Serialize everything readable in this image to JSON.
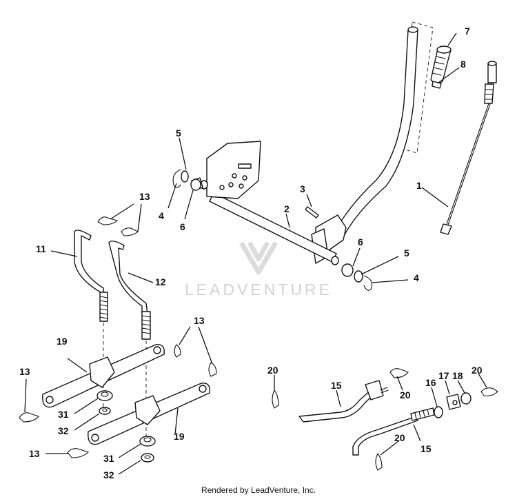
{
  "diagram": {
    "callouts": {
      "c1": "1",
      "c2": "2",
      "c3": "3",
      "c4a": "4",
      "c4b": "4",
      "c5a": "5",
      "c5b": "5",
      "c6a": "6",
      "c6b": "6",
      "c7": "7",
      "c8": "8",
      "c11": "11",
      "c12": "12",
      "c13a": "13",
      "c13b": "13",
      "c13c": "13",
      "c13d": "13",
      "c15a": "15",
      "c15b": "15",
      "c16": "16",
      "c17": "17",
      "c18": "18",
      "c19a": "19",
      "c19b": "19",
      "c20a": "20",
      "c20b": "20",
      "c20c": "20",
      "c20d": "20",
      "c31a": "31",
      "c31b": "31",
      "c32a": "32",
      "c32b": "32"
    },
    "watermark": "LEADVENTURE",
    "footer": "Rendered by LeadVenture, Inc."
  }
}
